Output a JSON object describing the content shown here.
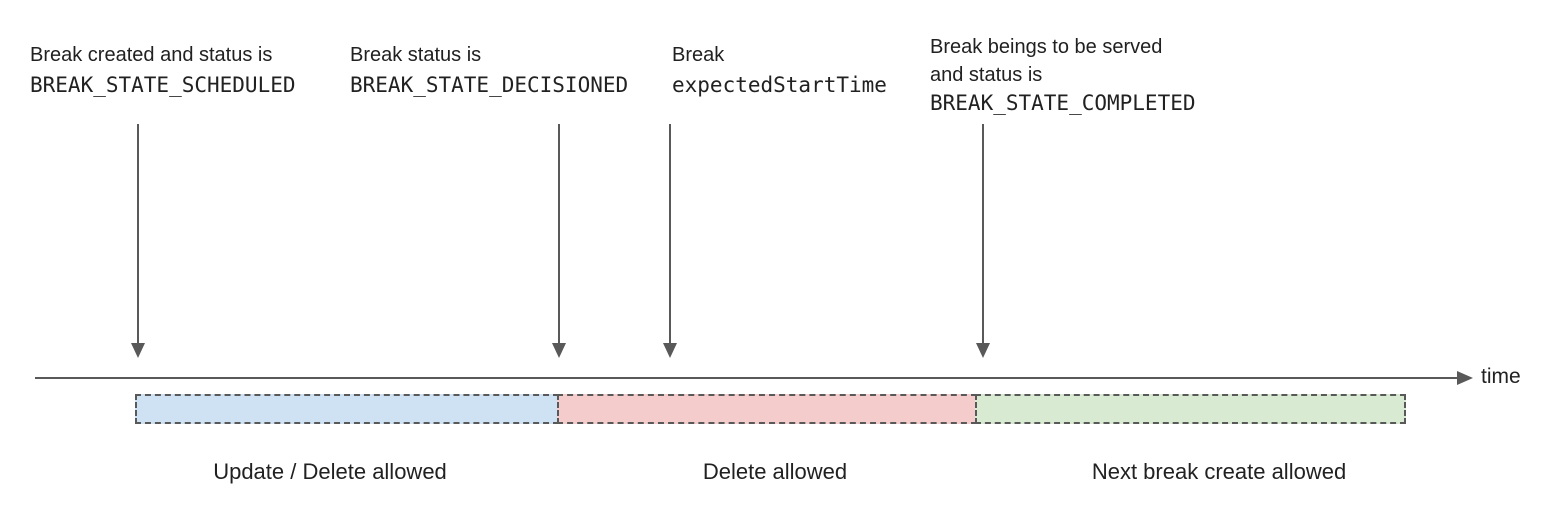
{
  "annotations": [
    {
      "text": "Break created and status is",
      "code": "BREAK_STATE_SCHEDULED"
    },
    {
      "text": "Break status is",
      "code": "BREAK_STATE_DECISIONED"
    },
    {
      "text": "Break",
      "code": "expectedStartTime"
    },
    {
      "text": "Break beings to be served",
      "text2": "and status is",
      "code": "BREAK_STATE_COMPLETED"
    }
  ],
  "timeline": {
    "axis_label": "time"
  },
  "segments": [
    {
      "label": "Update / Delete allowed",
      "fill": "#cfe2f3"
    },
    {
      "label": "Delete allowed",
      "fill": "#f4cccc"
    },
    {
      "label": "Next break create allowed",
      "fill": "#d9ead3"
    }
  ],
  "colors": {
    "stroke": "#595959",
    "text": "#212121"
  }
}
